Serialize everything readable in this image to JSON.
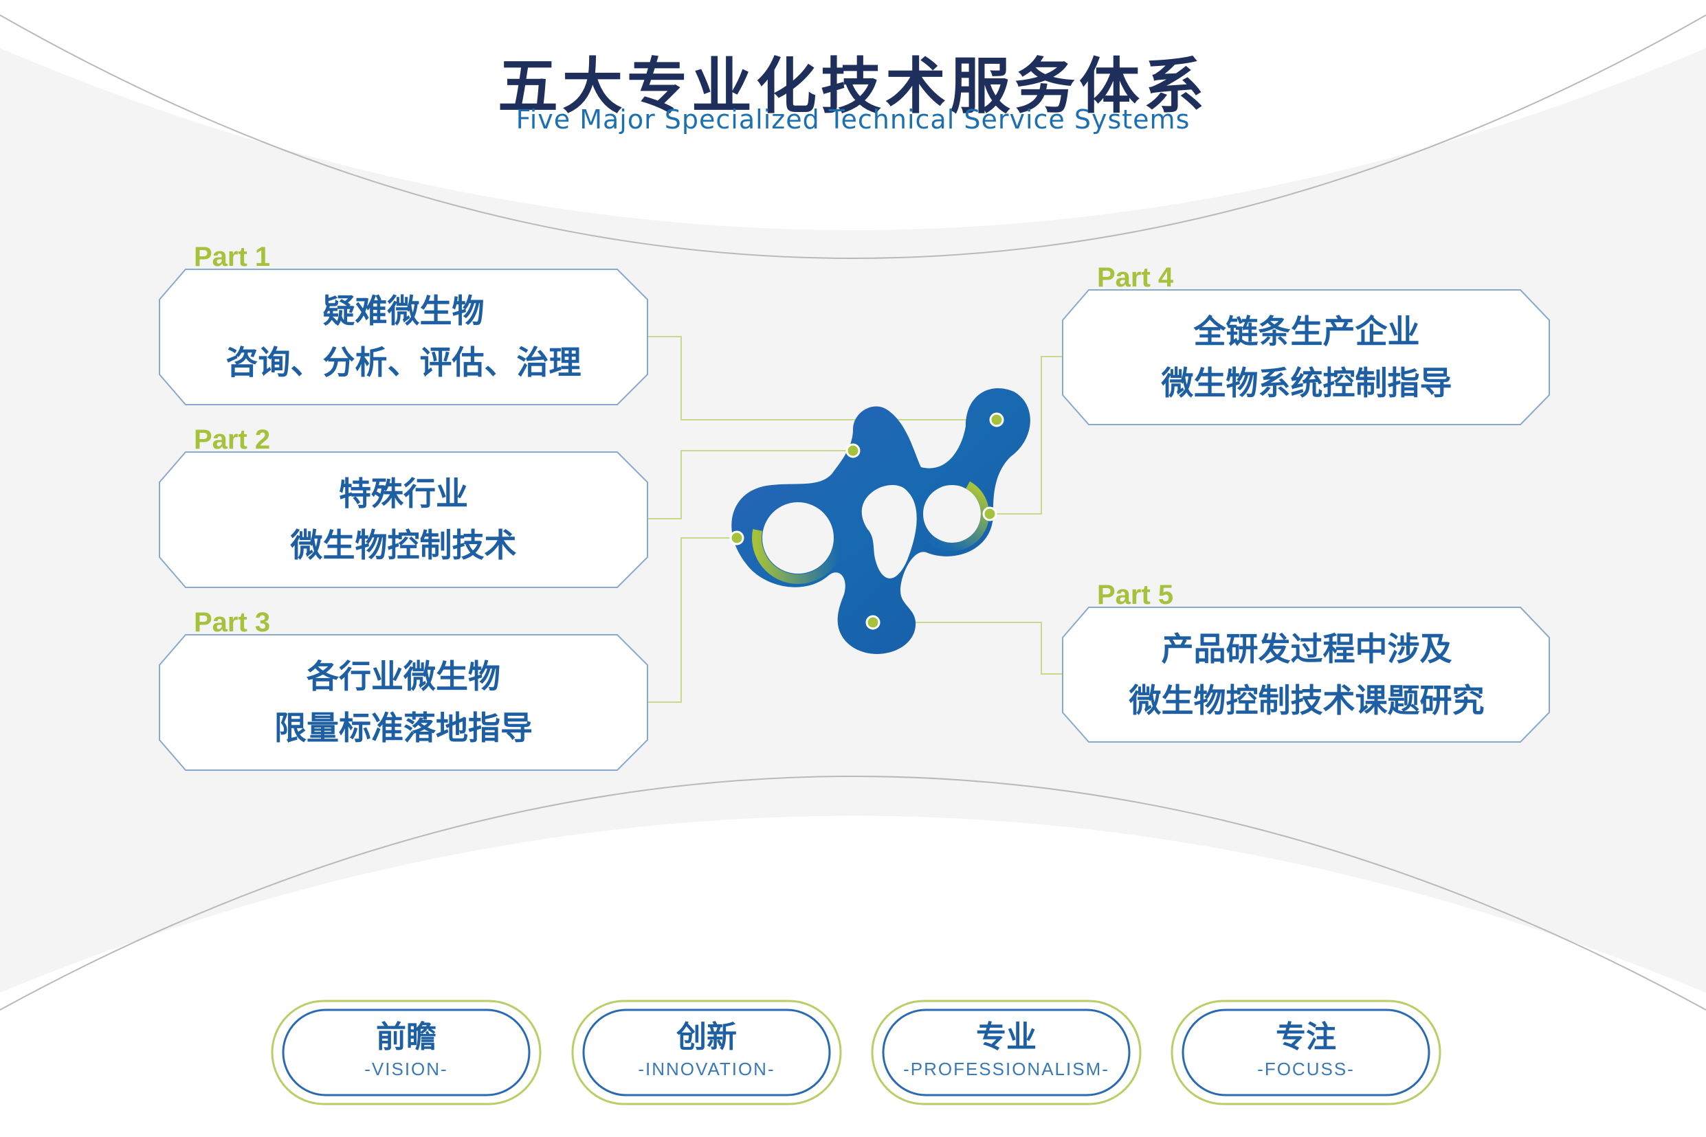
{
  "title": "五大专业化技术服务体系",
  "subtitle": "Five Major Specialized Technical Service Systems",
  "parts": [
    {
      "label": "Part 1",
      "lines": [
        "疑难微生物",
        "咨询、分析、评估、治理"
      ]
    },
    {
      "label": "Part 2",
      "lines": [
        "特殊行业",
        "微生物控制技术"
      ]
    },
    {
      "label": "Part 3",
      "lines": [
        "各行业微生物",
        "限量标准落地指导"
      ]
    },
    {
      "label": "Part 4",
      "lines": [
        "全链条生产企业",
        "微生物系统控制指导"
      ]
    },
    {
      "label": "Part 5",
      "lines": [
        "产品研发过程中涉及",
        "微生物控制技术课题研究"
      ]
    }
  ],
  "values": [
    {
      "cn": "前瞻",
      "en": "-VISION-"
    },
    {
      "cn": "创新",
      "en": "-INNOVATION-"
    },
    {
      "cn": "专业",
      "en": "-PROFESSIONALISM-"
    },
    {
      "cn": "专注",
      "en": "-FOCUSS-"
    }
  ],
  "colors": {
    "primary": "#1d5fa2",
    "title": "#1f2f5c",
    "accent_green": "#a6c13c",
    "band_gray": "#f4f4f4",
    "card_border": "#8aa8cc"
  },
  "icons": {
    "molecule": "molecule-icon"
  }
}
